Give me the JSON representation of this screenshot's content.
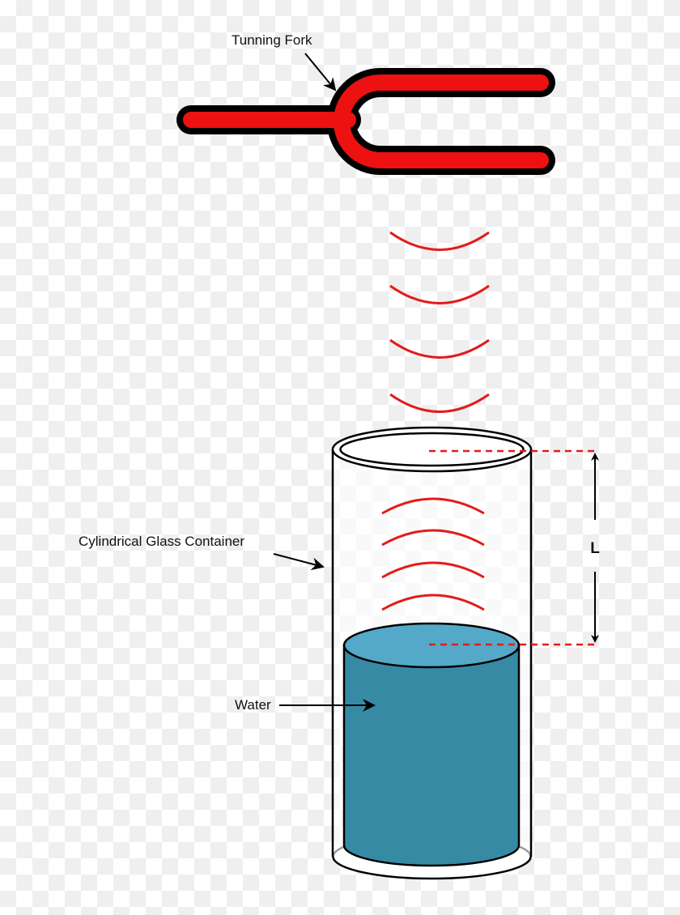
{
  "labels": {
    "fork": "Tunning Fork",
    "container": "Cylindrical Glass Container",
    "water": "Water",
    "length": "L"
  },
  "colors": {
    "fork": "#ee1111",
    "waves": "#e31b1b",
    "water_side": "#368aa4",
    "water_top": "#54a9c8",
    "outline": "#000000"
  }
}
